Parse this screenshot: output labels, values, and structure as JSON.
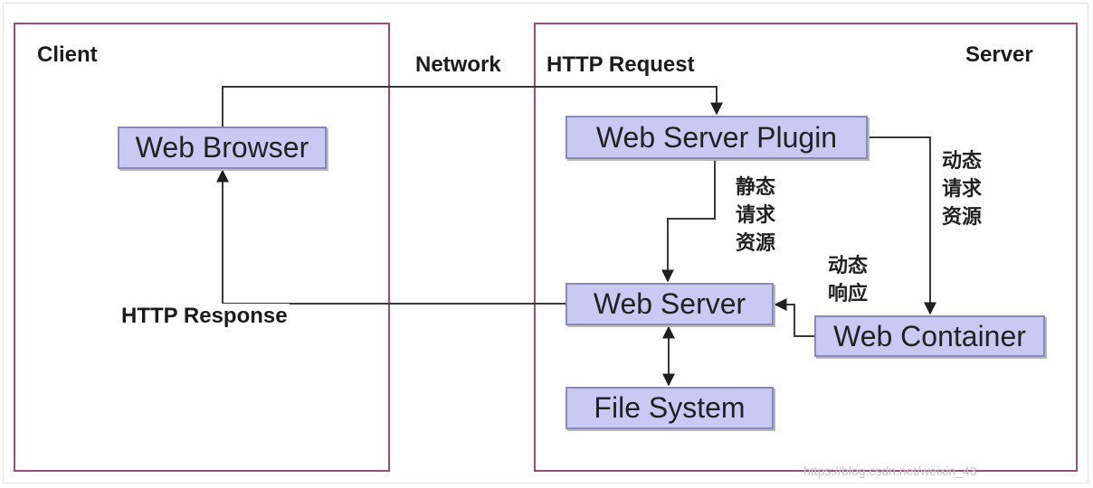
{
  "regions": {
    "client": "Client",
    "network": "Network",
    "server": "Server"
  },
  "boxes": {
    "web_browser": "Web Browser",
    "web_server_plugin": "Web Server Plugin",
    "web_server": "Web Server",
    "web_container": "Web Container",
    "file_system": "File System"
  },
  "edge_labels": {
    "http_request": "HTTP Request",
    "http_response": "HTTP Response",
    "static_request_resource": [
      "静态",
      "请求",
      "资源"
    ],
    "dynamic_request_resource": [
      "动态",
      "请求",
      "资源"
    ],
    "dynamic_response": [
      "动态",
      "响应"
    ]
  },
  "watermark": "https://blog.csdn.net/weixin_43"
}
